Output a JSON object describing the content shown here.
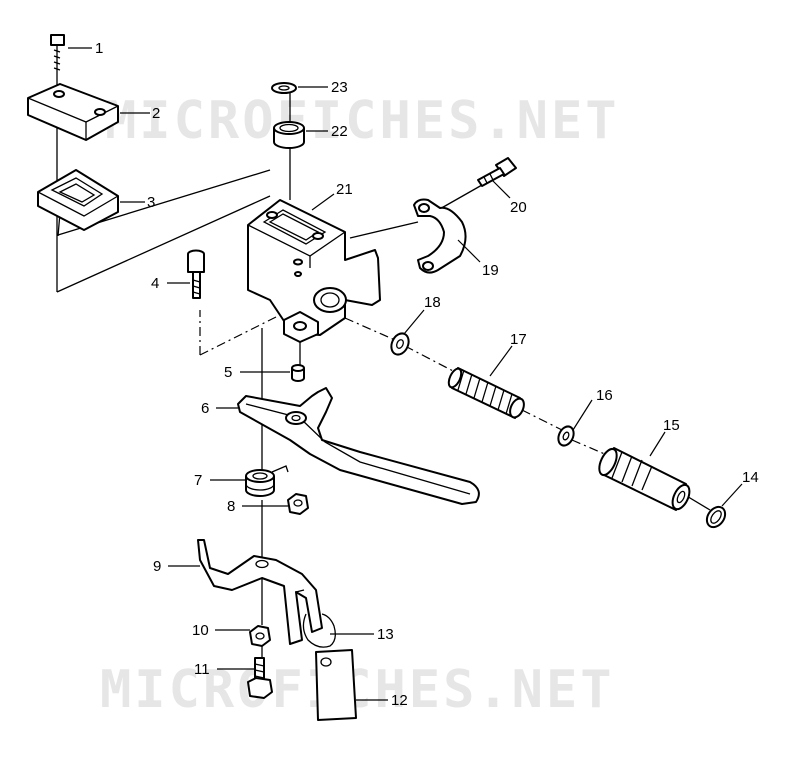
{
  "watermark": "MICROFICHES.NET",
  "callouts": [
    {
      "id": "1",
      "label": "1"
    },
    {
      "id": "2",
      "label": "2"
    },
    {
      "id": "3",
      "label": "3"
    },
    {
      "id": "4",
      "label": "4"
    },
    {
      "id": "5",
      "label": "5"
    },
    {
      "id": "6",
      "label": "6"
    },
    {
      "id": "7",
      "label": "7"
    },
    {
      "id": "8",
      "label": "8"
    },
    {
      "id": "9",
      "label": "9"
    },
    {
      "id": "10",
      "label": "10"
    },
    {
      "id": "11",
      "label": "11"
    },
    {
      "id": "12",
      "label": "12"
    },
    {
      "id": "13",
      "label": "13"
    },
    {
      "id": "14",
      "label": "14"
    },
    {
      "id": "15",
      "label": "15"
    },
    {
      "id": "16",
      "label": "16"
    },
    {
      "id": "17",
      "label": "17"
    },
    {
      "id": "18",
      "label": "18"
    },
    {
      "id": "19",
      "label": "19"
    },
    {
      "id": "20",
      "label": "20"
    },
    {
      "id": "21",
      "label": "21"
    },
    {
      "id": "22",
      "label": "22"
    },
    {
      "id": "23",
      "label": "23"
    }
  ]
}
